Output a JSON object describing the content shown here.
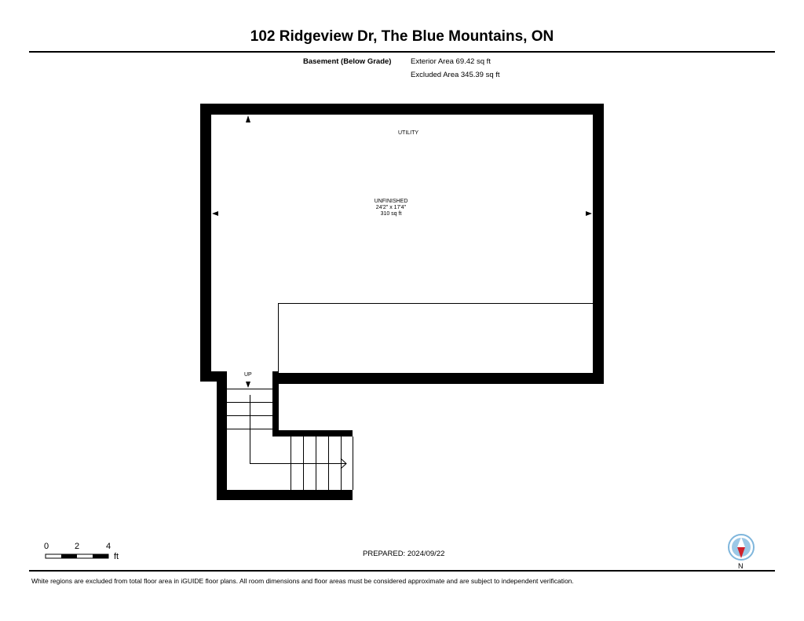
{
  "title": "102 Ridgeview Dr, The Blue Mountains, ON",
  "floor": {
    "name": "Basement (Below Grade)",
    "exterior_area": "Exterior Area 69.42 sq ft",
    "excluded_area": "Excluded Area 345.39 sq ft"
  },
  "rooms": {
    "utility": "UTILITY",
    "unfinished": "UNFINISHED",
    "unfinished_dims": "24'2\" x 17'4\"",
    "unfinished_area": "310 sq ft",
    "stairs": "UP"
  },
  "scale": {
    "ticks": [
      "0",
      "2",
      "4"
    ],
    "unit": "ft"
  },
  "prepared": "PREPARED: 2024/09/22",
  "compass": {
    "label": "N",
    "icon": "compass-icon",
    "color": "#d0202a",
    "ring": "#7fb6dc"
  },
  "footer": "White regions are excluded from total floor area in iGUIDE floor plans. All room dimensions and floor areas must be considered approximate and are subject to independent verification."
}
